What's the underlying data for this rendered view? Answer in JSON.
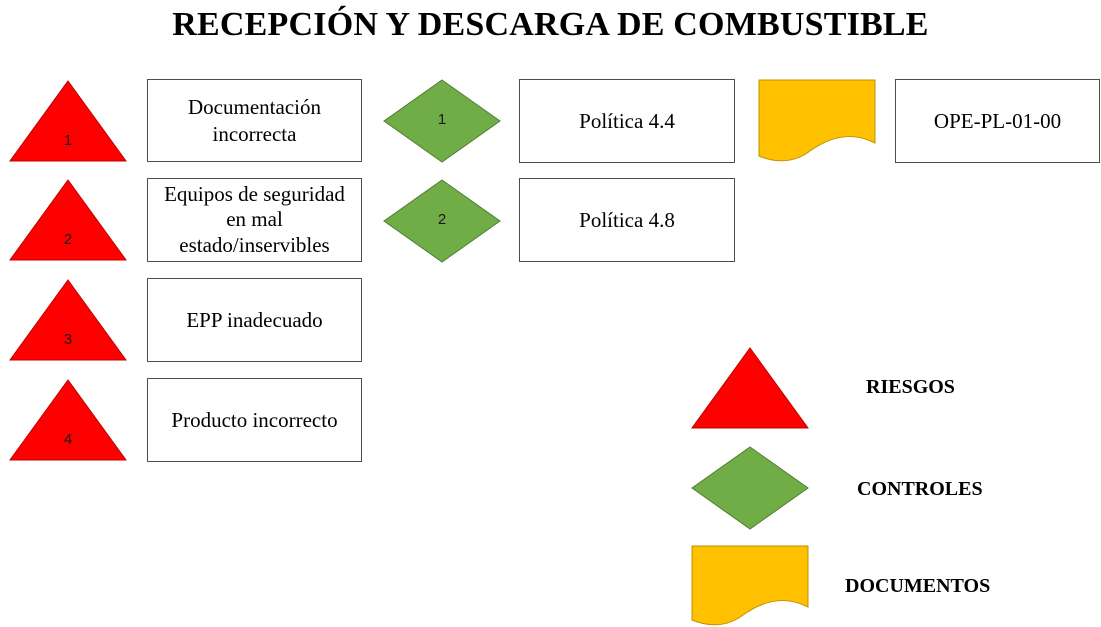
{
  "title": "RECEPCIÓN Y DESCARGA DE COMBUSTIBLE",
  "colors": {
    "risk": "#ff0000",
    "control": "#70ad47",
    "document": "#ffc000"
  },
  "risks": [
    {
      "number": "1",
      "label": "Documentación incorrecta"
    },
    {
      "number": "2",
      "label": "Equipos de seguridad en mal estado/inservibles"
    },
    {
      "number": "3",
      "label": "EPP inadecuado"
    },
    {
      "number": "4",
      "label": "Producto incorrecto"
    }
  ],
  "controls": [
    {
      "number": "1",
      "label": "Política 4.4"
    },
    {
      "number": "2",
      "label": "Política 4.8"
    }
  ],
  "documents": [
    {
      "label": "OPE-PL-01-00"
    }
  ],
  "legend": {
    "risks": "RIESGOS",
    "controls": "CONTROLES",
    "documents": "DOCUMENTOS"
  }
}
